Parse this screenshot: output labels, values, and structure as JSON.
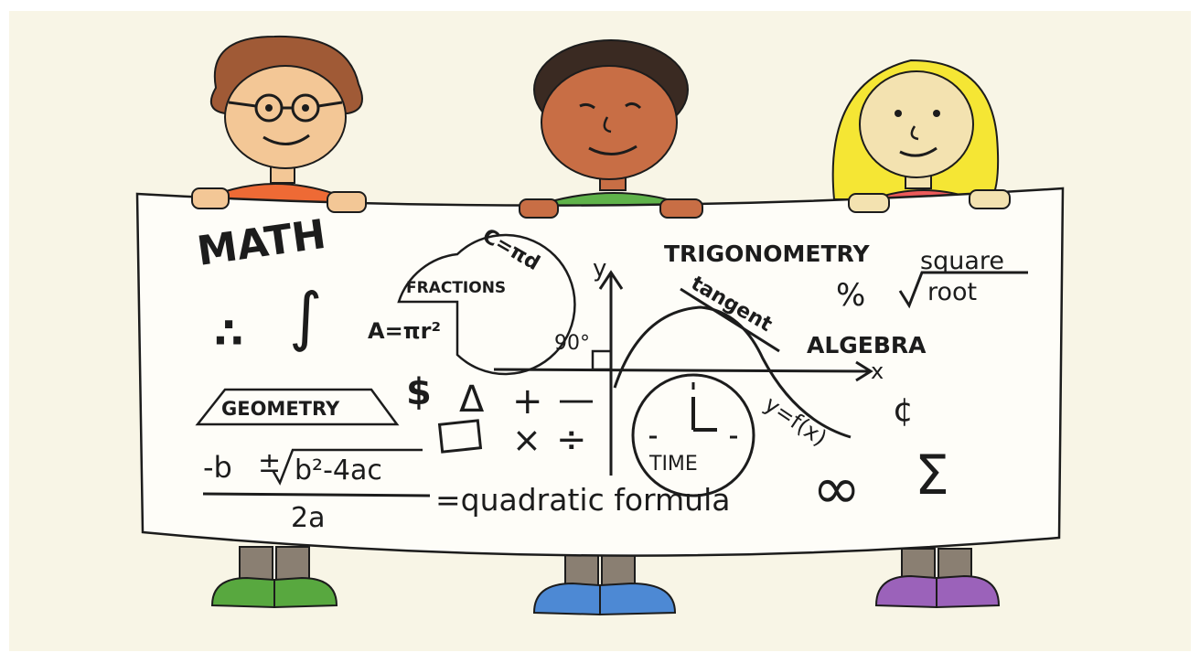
{
  "colors": {
    "paper": "#f8f5e6",
    "banner": "#fefdf8",
    "ink": "#1c1c1c",
    "skin_light": "#f3c796",
    "skin_brown": "#c86e45",
    "skin_pale": "#f3e2b0",
    "hair_brown": "#a05a36",
    "hair_dark": "#3a2a22",
    "hair_yellow": "#f5e634",
    "shirt_orange": "#ee6a35",
    "shirt_green": "#5fb24a",
    "shirt_red": "#ec5a5a",
    "shoes_green": "#58a83f",
    "shoes_blue": "#4d89d4",
    "shoes_purple": "#9b62ba",
    "legs": "#8a7f72"
  },
  "banner": {
    "math": "MATH",
    "integral": "∫",
    "therefore": "∴",
    "circumference": "C=πd",
    "fractions": "FRACTIONS",
    "area": "A=πr²",
    "angle": "90°",
    "dollar": "$",
    "triangle": "Δ",
    "plus": "+",
    "minus": "—",
    "times": "×",
    "divide": "÷",
    "geometry": "GEOMETRY",
    "y_axis": "y",
    "x_axis": "x",
    "tangent": "tangent",
    "trigonometry": "TRIGONOMETRY",
    "square": "square",
    "root": "root",
    "percent": "%",
    "algebra": "ALGEBRA",
    "cent": "¢",
    "function": "y=f(x)",
    "time": "TIME",
    "sigma": "Σ",
    "infinity": "∞",
    "quad_neg_b": "-b",
    "quad_pm": "±",
    "quad_radicand": "b²-4ac",
    "quad_denominator": "2a",
    "quadratic": "=quadratic formula"
  }
}
